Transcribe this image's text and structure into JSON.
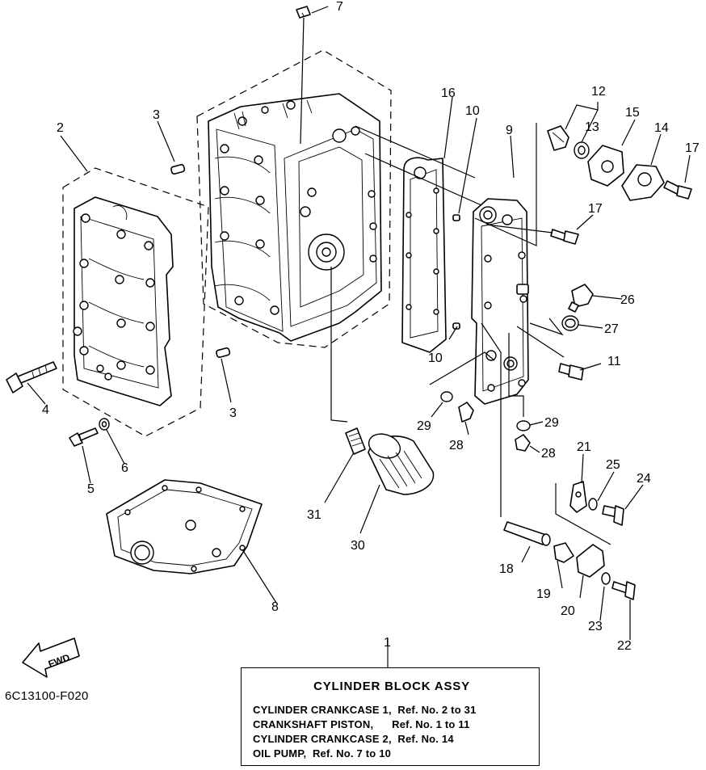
{
  "diagram_code": "6C13100-F020",
  "direction_label": "FWD",
  "assy_box": {
    "title": "CYLINDER BLOCK ASSY",
    "rows": [
      {
        "name": "CYLINDER CRANKCASE 1,",
        "ref": "Ref. No. 2 to 31"
      },
      {
        "name": "CRANKSHAFT PISTON,",
        "ref": "Ref. No. 1 to 11"
      },
      {
        "name": "CYLINDER CRANKCASE 2,",
        "ref": "Ref. No. 14"
      },
      {
        "name": "OIL PUMP,",
        "ref": "Ref. No. 7 to 10"
      }
    ]
  },
  "callouts": [
    "1",
    "2",
    "3",
    "3",
    "4",
    "5",
    "6",
    "7",
    "8",
    "9",
    "10",
    "10",
    "11",
    "12",
    "13",
    "14",
    "15",
    "16",
    "17",
    "17",
    "18",
    "19",
    "20",
    "21",
    "22",
    "23",
    "24",
    "25",
    "26",
    "27",
    "28",
    "28",
    "29",
    "29",
    "30",
    "31"
  ]
}
